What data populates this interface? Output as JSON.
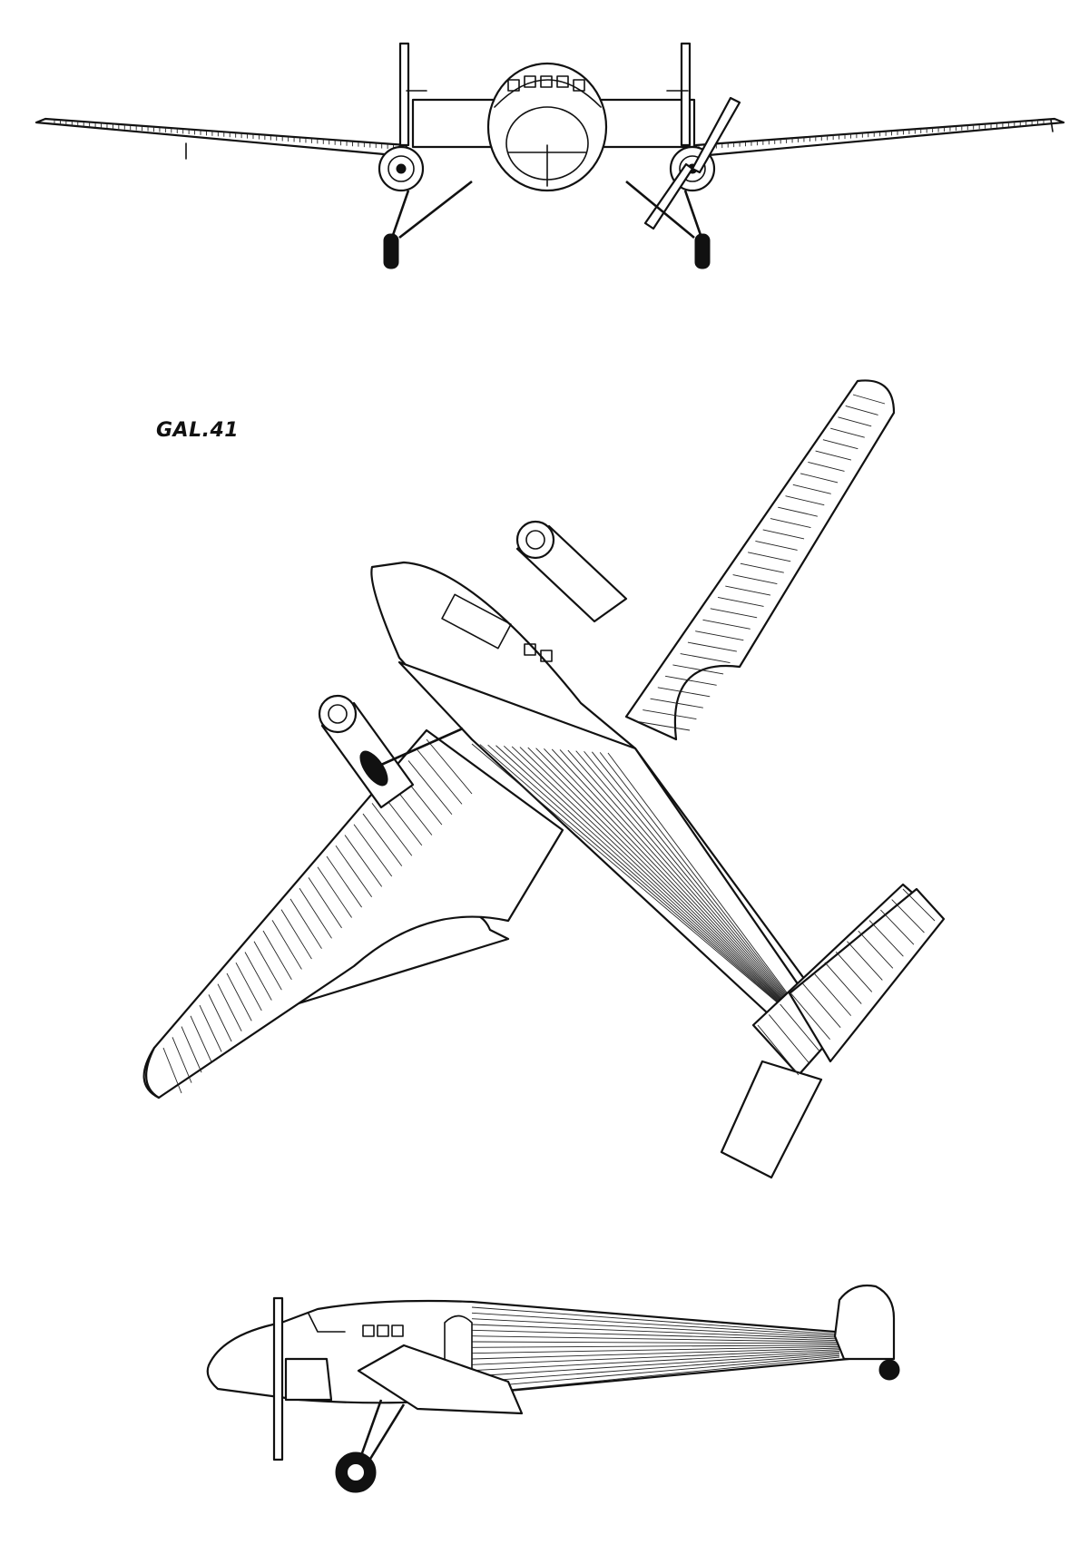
{
  "drawing": {
    "designation": "GAL.41",
    "ink_color": "#111111",
    "paper_color": "#ffffff",
    "views": [
      "front-view",
      "plan-view",
      "side-view"
    ]
  }
}
